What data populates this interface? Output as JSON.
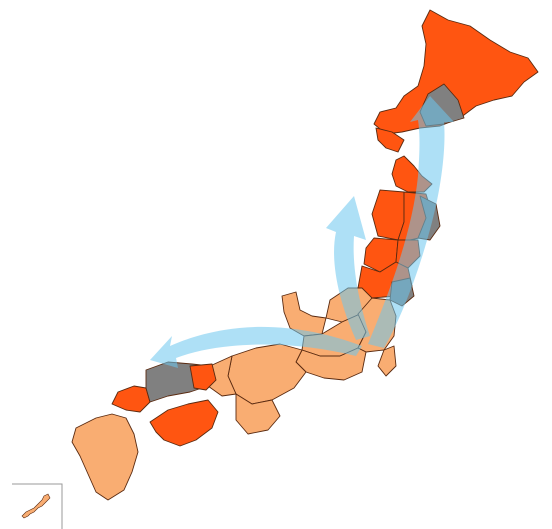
{
  "map": {
    "colors": {
      "background": "#ffffff",
      "highlight_red": "#ff5511",
      "highlight_gray": "#808080",
      "base_peach": "#f9ad72",
      "border": "#5a2a10",
      "arrow_blue": "#6cc7ee"
    },
    "legend_categories": [
      {
        "name": "red-region",
        "color": "#ff5511"
      },
      {
        "name": "gray-region",
        "color": "#808080"
      },
      {
        "name": "peach-region",
        "color": "#f9ad72"
      }
    ],
    "arrows": [
      {
        "name": "arrow-to-hokkaido",
        "direction": "north"
      },
      {
        "name": "arrow-to-tohoku",
        "direction": "north"
      },
      {
        "name": "arrow-to-chugoku",
        "direction": "west"
      }
    ],
    "inset": {
      "name": "okinawa-inset"
    }
  }
}
